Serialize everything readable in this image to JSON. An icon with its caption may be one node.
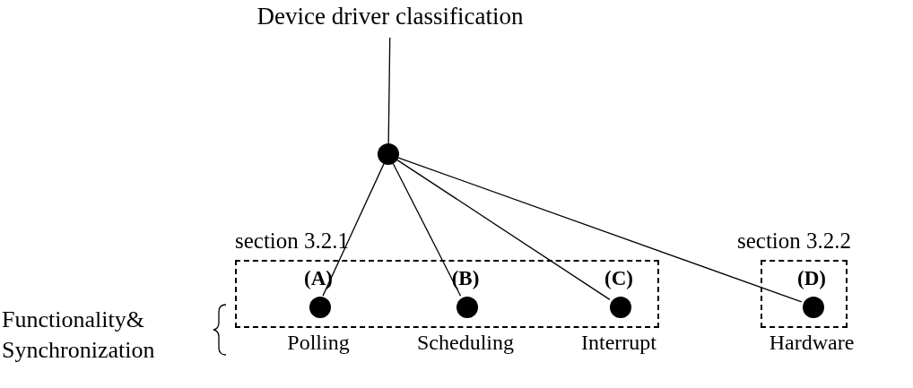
{
  "diagram": {
    "nodes": [
      {
        "text": [
          "Device driver classification"
        ]
      },
      {
        "text": [],
        "shape": "circle"
      },
      {
        "text": [
          "section 3.2.1"
        ]
      },
      {
        "text": [],
        "shape": "circle",
        "in": 2,
        "beside": [
          "(A)",
          "Polling"
        ]
      },
      {
        "text": [],
        "shape": "circle",
        "in": 2,
        "beside": [
          "(B)",
          "Scheduling"
        ]
      },
      {
        "text": [],
        "shape": "circle",
        "in": 2,
        "beside": [
          "(C)",
          "Interrupt"
        ]
      },
      {
        "text": [
          "section 3.2.2"
        ]
      },
      {
        "text": [],
        "shape": "circle",
        "in": 6,
        "beside": [
          "(D)",
          "Hardware"
        ]
      }
    ],
    "edges": [
      {
        "from": 0,
        "to": 1,
        "arrow": "none"
      },
      {
        "from": 1,
        "to": 3,
        "arrow": "none"
      },
      {
        "from": 1,
        "to": 4,
        "arrow": "none"
      },
      {
        "from": 1,
        "to": 5,
        "arrow": "none"
      },
      {
        "from": 1,
        "to": 7,
        "arrow": "none"
      }
    ],
    "labels": [
      "Functionality& Synchronization"
    ]
  }
}
